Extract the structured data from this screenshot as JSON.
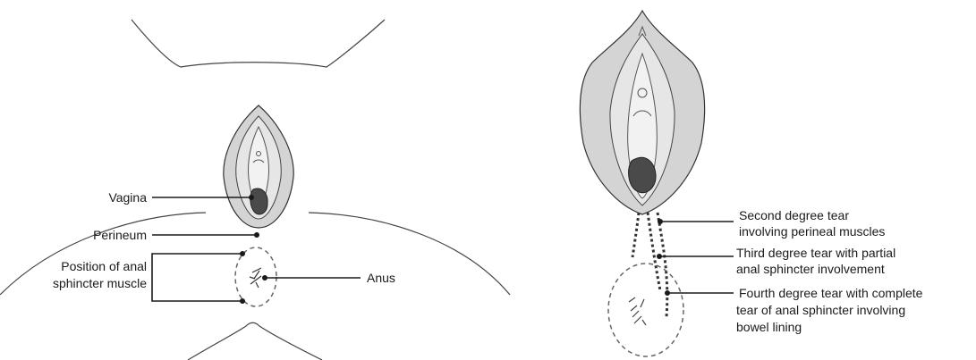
{
  "left_figure": {
    "labels": {
      "vagina": "Vagina",
      "perineum": "Perineum",
      "sphincter_line1": "Position of anal",
      "sphincter_line2": "sphincter muscle",
      "anus": "Anus"
    }
  },
  "right_figure": {
    "labels": {
      "second_line1": "Second degree tear",
      "second_line2": "involving perineal muscles",
      "third_line1": "Third degree tear with partial",
      "third_line2": "anal sphincter involvement",
      "fourth_line1": "Fourth degree tear with complete",
      "fourth_line2": "tear of anal sphincter involving",
      "fourth_line3": "bowel lining"
    }
  },
  "colors": {
    "labia_fill": "#d4d4d4",
    "inner_fill": "#e6e6e6",
    "opening_fill": "#4a4a4a",
    "line": "#1a1a1a"
  }
}
